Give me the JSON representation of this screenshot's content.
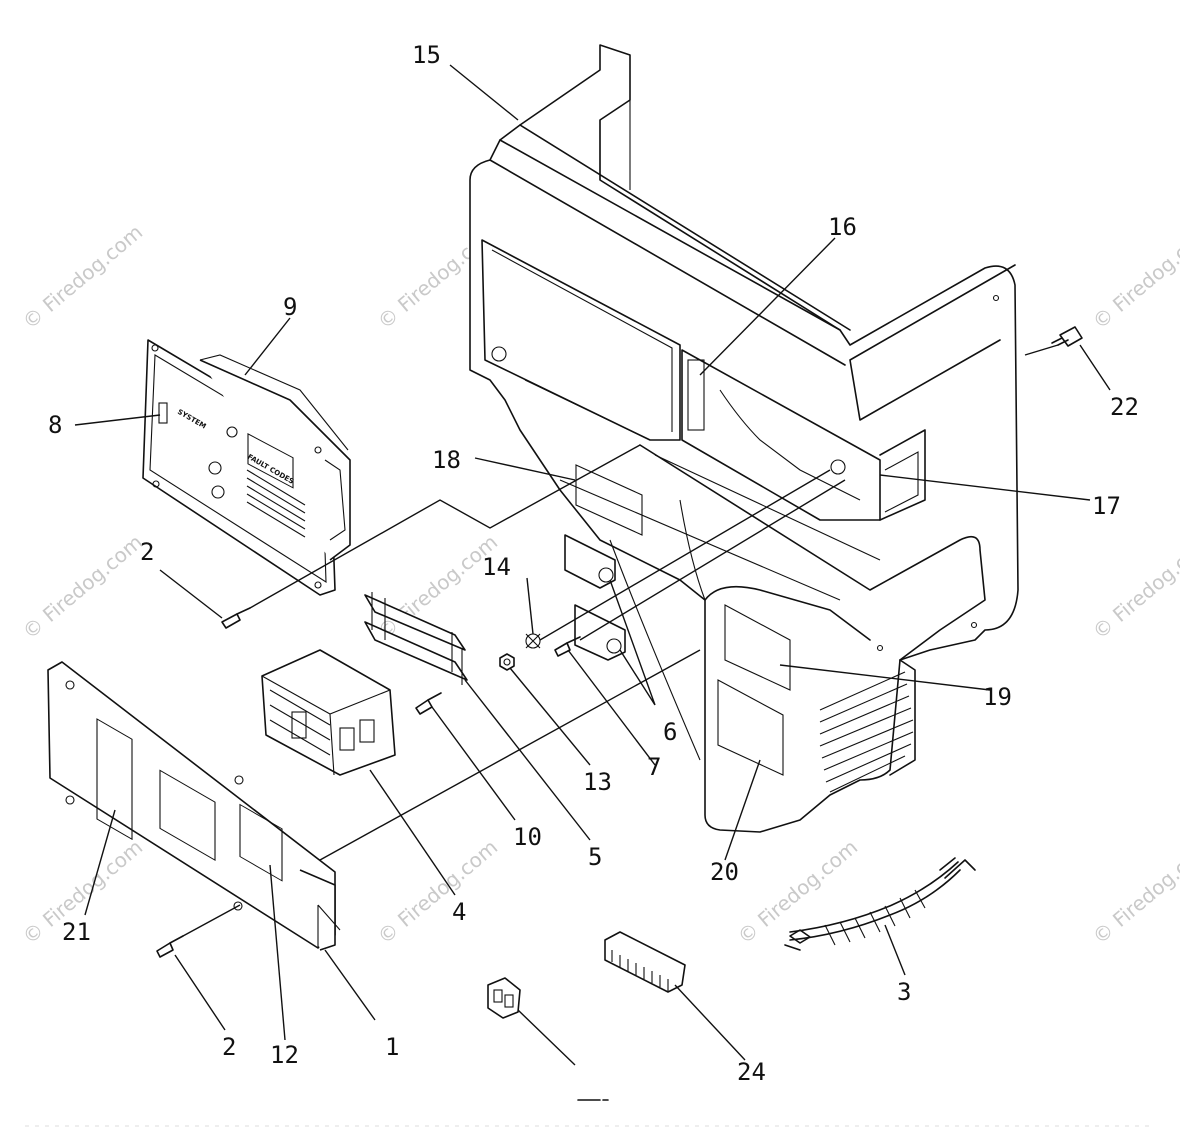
{
  "diagram": {
    "callouts": [
      {
        "id": "c1",
        "label": "1"
      },
      {
        "id": "c2a",
        "label": "2"
      },
      {
        "id": "c2b",
        "label": "2"
      },
      {
        "id": "c3",
        "label": "3"
      },
      {
        "id": "c4",
        "label": "4"
      },
      {
        "id": "c5",
        "label": "5"
      },
      {
        "id": "c6",
        "label": "6"
      },
      {
        "id": "c7",
        "label": "7"
      },
      {
        "id": "c8",
        "label": "8"
      },
      {
        "id": "c9",
        "label": "9"
      },
      {
        "id": "c10",
        "label": "10"
      },
      {
        "id": "c12",
        "label": "12"
      },
      {
        "id": "c13",
        "label": "13"
      },
      {
        "id": "c14",
        "label": "14"
      },
      {
        "id": "c15",
        "label": "15"
      },
      {
        "id": "c16",
        "label": "16"
      },
      {
        "id": "c17",
        "label": "17"
      },
      {
        "id": "c18",
        "label": "18"
      },
      {
        "id": "c19",
        "label": "19"
      },
      {
        "id": "c20",
        "label": "20"
      },
      {
        "id": "c21",
        "label": "21"
      },
      {
        "id": "c22",
        "label": "22"
      },
      {
        "id": "c24",
        "label": "24"
      }
    ],
    "panel": {
      "system_label": "SYSTEM",
      "fault_codes_label": "FAULT CODES"
    },
    "watermark": {
      "text": "© Firedog.com"
    }
  }
}
